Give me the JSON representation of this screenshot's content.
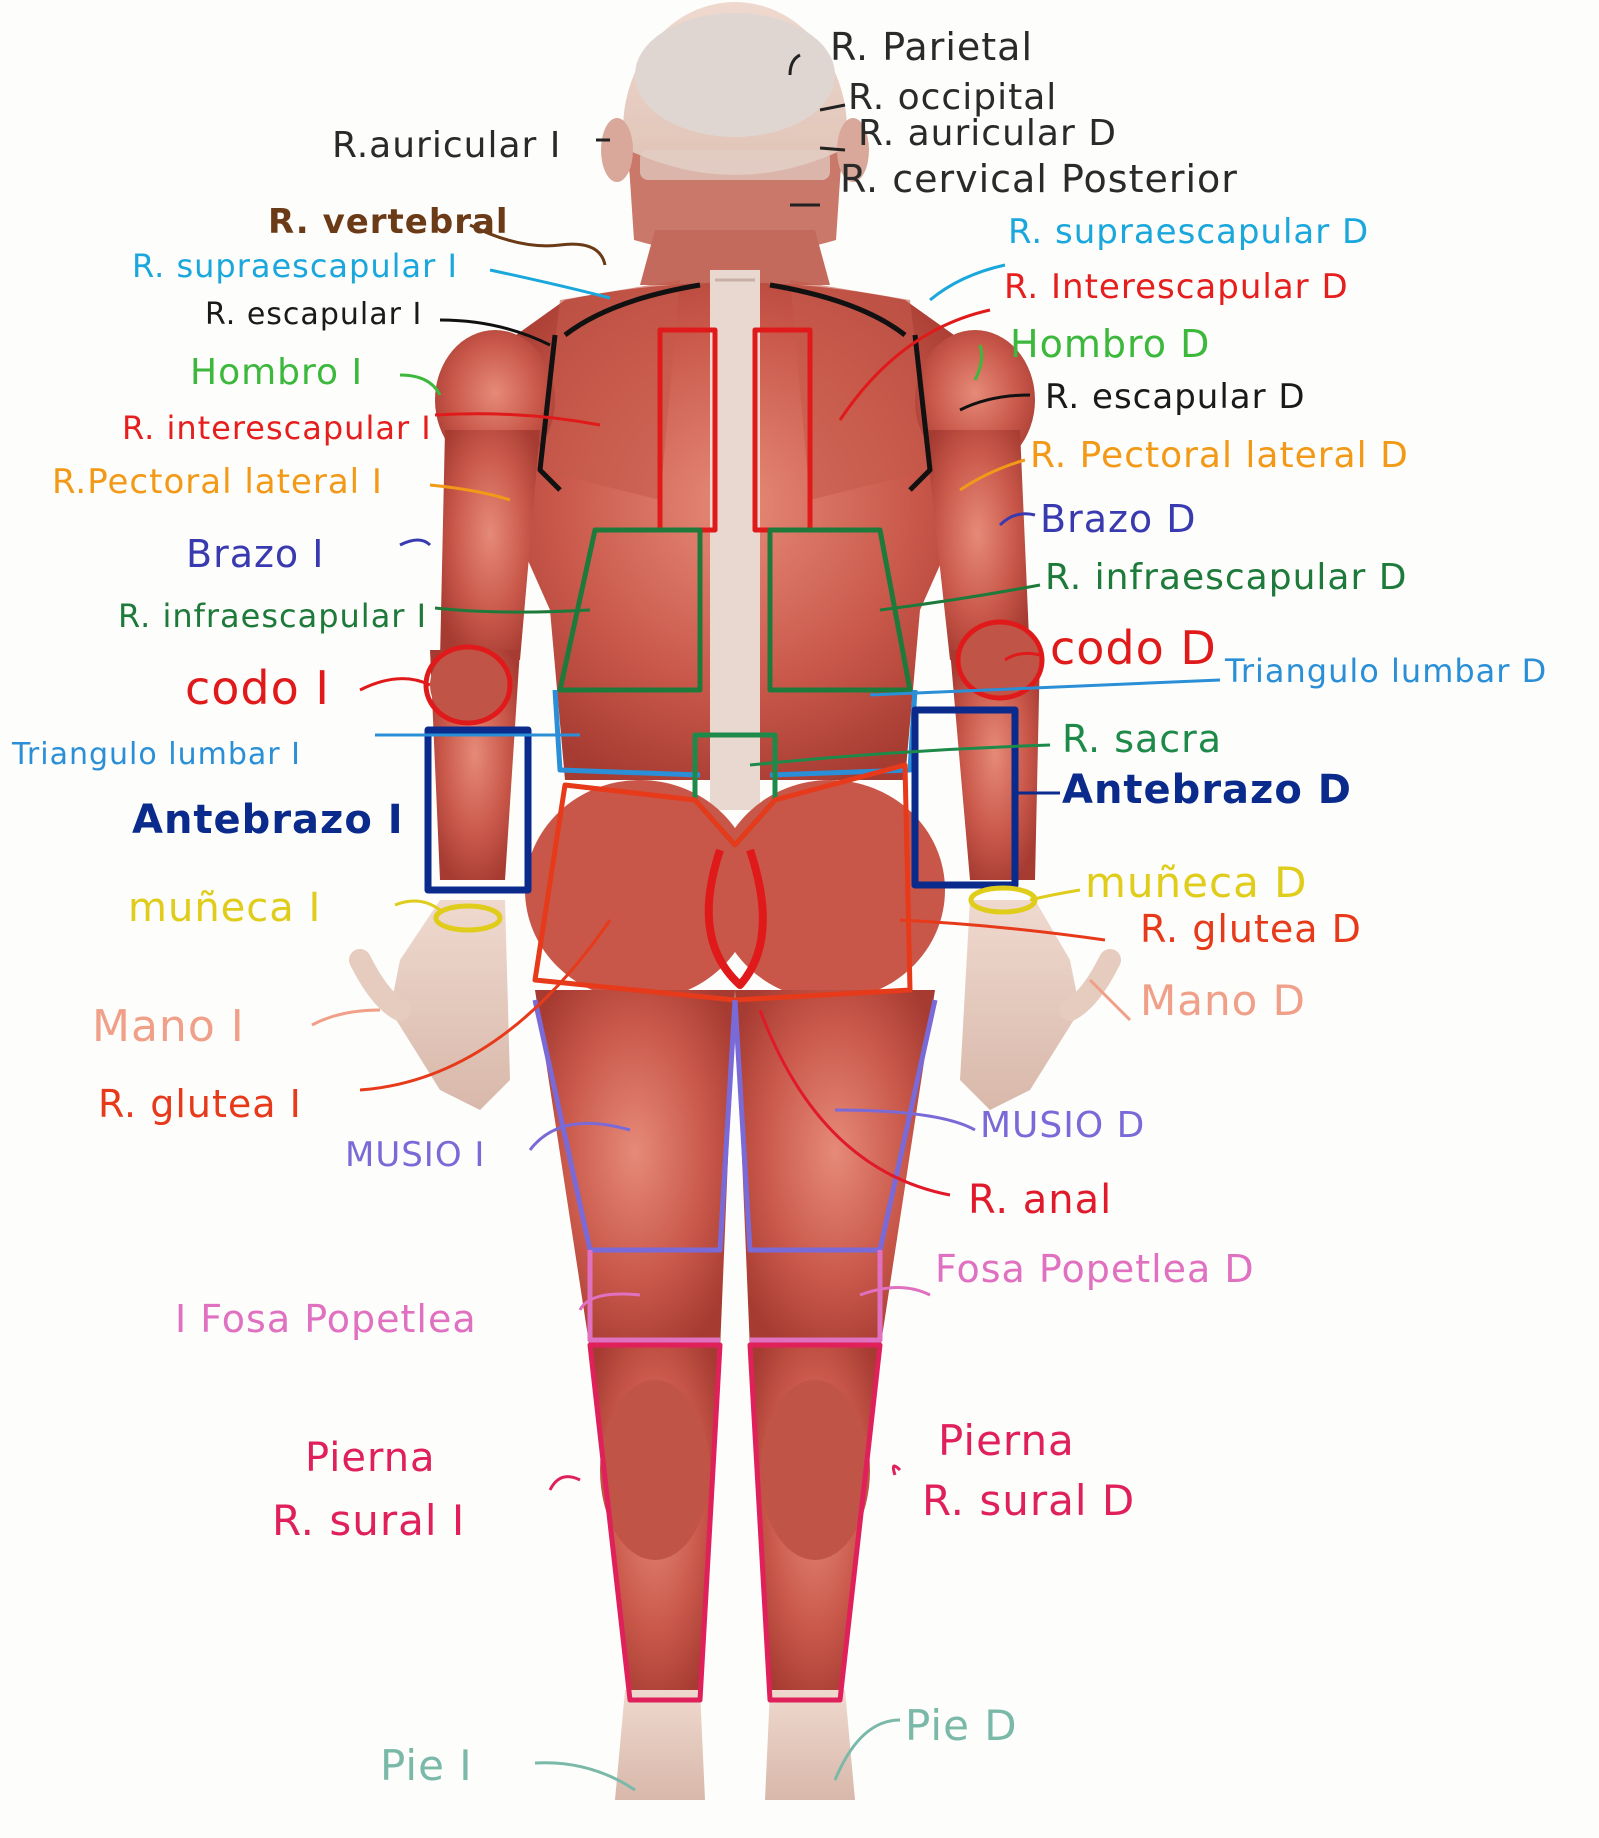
{
  "labels": {
    "parietal": {
      "text": "R. Parietal",
      "color": "#2a2a2a"
    },
    "occipital": {
      "text": "R. occipital",
      "color": "#2a2a2a"
    },
    "auricular_i": {
      "text": "R.auricular I",
      "color": "#2a2a2a"
    },
    "auricular_d": {
      "text": "R. auricular D",
      "color": "#2a2a2a"
    },
    "cervical": {
      "text": "R. cervical Posterior",
      "color": "#2a2a2a"
    },
    "vertebral": {
      "text": "R. vertebral",
      "color": "#6b3a16"
    },
    "supra_i": {
      "text": "R. supraescapular I",
      "color": "#1aa7dc"
    },
    "supra_d": {
      "text": "R. supraescapular D",
      "color": "#1aa7dc"
    },
    "escapular_i": {
      "text": "R. escapular I",
      "color": "#1a1a1a"
    },
    "escapular_d": {
      "text": "R. escapular D",
      "color": "#1a1a1a"
    },
    "inter_d": {
      "text": "R. Interescapular D",
      "color": "#e51e1e"
    },
    "inter_i": {
      "text": "R. interescapular I",
      "color": "#e51e1e"
    },
    "hombro_i": {
      "text": "Hombro I",
      "color": "#3cb83c"
    },
    "hombro_d": {
      "text": "Hombro D",
      "color": "#3cb83c"
    },
    "pectoral_i": {
      "text": "R.Pectoral lateral I",
      "color": "#f29a18"
    },
    "pectoral_d": {
      "text": "R. Pectoral lateral D",
      "color": "#f29a18"
    },
    "brazo_i": {
      "text": "Brazo I",
      "color": "#3a3ab0"
    },
    "brazo_d": {
      "text": "Brazo D",
      "color": "#3a3ab0"
    },
    "infra_i": {
      "text": "R. infraescapular I",
      "color": "#1e7a3a"
    },
    "infra_d": {
      "text": "R. infraescapular D",
      "color": "#1e7a3a"
    },
    "codo_i": {
      "text": "codo I",
      "color": "#e01a1a"
    },
    "codo_d": {
      "text": "codo D",
      "color": "#e01a1a"
    },
    "trian_i": {
      "text": "Triangulo lumbar I",
      "color": "#2a8fd6"
    },
    "trian_d": {
      "text": "Triangulo lumbar D",
      "color": "#2a8fd6"
    },
    "sacra": {
      "text": "R. sacra",
      "color": "#1e8a4a"
    },
    "ante_i": {
      "text": "Antebrazo I",
      "color": "#0a2a8c"
    },
    "ante_d": {
      "text": "Antebrazo D",
      "color": "#0a2a8c"
    },
    "muneca_i": {
      "text": "muñeca I",
      "color": "#e0cc1a"
    },
    "muneca_d": {
      "text": "muñeca D",
      "color": "#e0cc1a"
    },
    "glutea_d": {
      "text": "R. glutea D",
      "color": "#e63a1a"
    },
    "glutea_i": {
      "text": "R. glutea I",
      "color": "#e63a1a"
    },
    "mano_i": {
      "text": "Mano I",
      "color": "#f0a088"
    },
    "mano_d": {
      "text": "Mano D",
      "color": "#f0a088"
    },
    "musio_i": {
      "text": "MUSIO I",
      "color": "#7a6ad8"
    },
    "musio_d": {
      "text": "MUSIO D",
      "color": "#7a6ad8"
    },
    "anal": {
      "text": "R. anal",
      "color": "#e01a2a"
    },
    "fosa_i": {
      "text": "I Fosa Popetlea",
      "color": "#e070c0"
    },
    "fosa_d": {
      "text": "Fosa Popetlea D",
      "color": "#e070c0"
    },
    "pierna_i": {
      "text": "Pierna",
      "color": "#e0205a"
    },
    "sural_i": {
      "text": "R. sural I",
      "color": "#e0205a"
    },
    "pierna_d": {
      "text": "Pierna",
      "color": "#e0205a"
    },
    "sural_d": {
      "text": "R. sural D",
      "color": "#e0205a"
    },
    "pie_i": {
      "text": "Pie I",
      "color": "#7ab8a8"
    },
    "pie_d": {
      "text": "Pie D",
      "color": "#7ab8a8"
    }
  }
}
